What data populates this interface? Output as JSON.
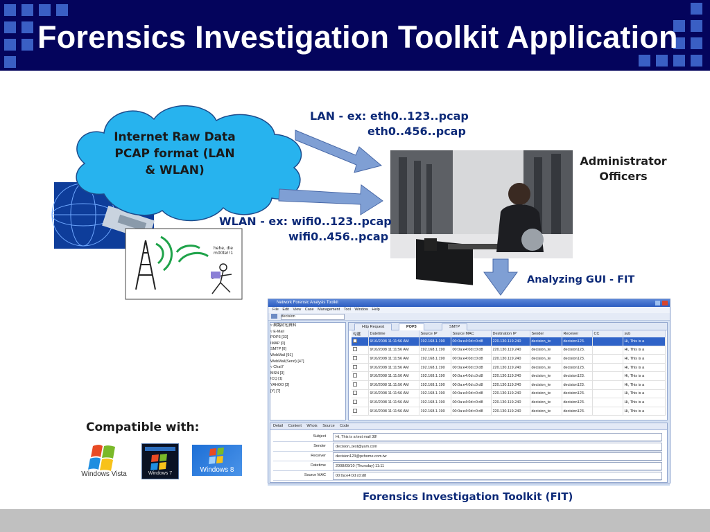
{
  "slide": {
    "title": "Forensics Investigation Toolkit Application",
    "cloud_text": [
      "Internet Raw Data",
      "PCAP format (LAN",
      "& WLAN)"
    ],
    "lan_lines": [
      "LAN - ex: eth0..123..pcap",
      "eth0..456..pcap"
    ],
    "wlan_lines": [
      "WLAN - ex: wifi0..123..pcap",
      "wifi0..456..pcap"
    ],
    "admin_lines": [
      "Administrator",
      "Officers"
    ],
    "analyzing_label": "Analyzing GUI - FIT",
    "wifi_note": [
      "hehe, die",
      "m00te!!1"
    ],
    "compatible_label": "Compatible with:",
    "os_logos": [
      "Windows Vista",
      "Windows 7",
      "Windows 8"
    ],
    "caption": "Forensics Investigation Toolkit (FIT)",
    "colors": {
      "header": "#04045c",
      "accent_squares": "#3a5fc4",
      "label_navy": "#0d2a78",
      "arrow": "#7f9fd4",
      "cloud": "#27b3ee",
      "footer": "#c0c0c0"
    }
  },
  "fit_window": {
    "title": "Network Forensic Analysis Toolkit",
    "menu": [
      "File",
      "Edit",
      "View",
      "Case Management",
      "Tool",
      "Window",
      "Help"
    ],
    "search_value": "decision",
    "tree": [
      "▿ 網路封包資料",
      "  ▿ E-Mail",
      "      POP3 [33]",
      "      IMAP [0]",
      "      SMTP [0]",
      "      WebMail [91]",
      "      WebMail(Send) [47]",
      "  ▿ Chat7",
      "      MSN [3]",
      "      ICQ [1]",
      "      YAHOO [3]",
      "      [Y] [?]"
    ],
    "tabs": [
      "Http Request",
      "POP3",
      "SMTP"
    ],
    "columns": [
      "勾選",
      "Datetime",
      "Source IP",
      "Source MAC",
      "Destination IP",
      "Sender",
      "Receiver",
      "CC",
      "sub"
    ],
    "rows": [
      [
        "",
        "9/10/2008 11:11:56 AM",
        "192.168.1.190",
        "00:0a:e4:0d:c0:d8",
        "220.130.119.240",
        "decision_te",
        "decision123.",
        "",
        "Hi, This is a"
      ],
      [
        "",
        "9/10/2008 11:11:56 AM",
        "192.168.1.190",
        "00:0a:e4:0d:c0:d8",
        "220.130.119.240",
        "decision_te",
        "decision123.",
        "",
        "Hi, This is a"
      ],
      [
        "",
        "9/10/2008 11:11:56 AM",
        "192.168.1.190",
        "00:0a:e4:0d:c0:d8",
        "220.130.119.240",
        "decision_te",
        "decision123.",
        "",
        "Hi, This is a"
      ],
      [
        "",
        "9/10/2008 11:11:56 AM",
        "192.168.1.190",
        "00:0a:e4:0d:c0:d8",
        "220.130.119.240",
        "decision_te",
        "decision123.",
        "",
        "Hi, This is a"
      ],
      [
        "",
        "9/10/2008 11:11:56 AM",
        "192.168.1.190",
        "00:0a:e4:0d:c0:d8",
        "220.130.119.240",
        "decision_te",
        "decision123.",
        "",
        "Hi, This is a"
      ],
      [
        "",
        "9/10/2008 11:11:56 AM",
        "192.168.1.190",
        "00:0a:e4:0d:c0:d8",
        "220.130.119.240",
        "decision_te",
        "decision123.",
        "",
        "Hi, This is a"
      ],
      [
        "",
        "9/10/2008 11:11:56 AM",
        "192.168.1.190",
        "00:0a:e4:0d:c0:d8",
        "220.130.119.240",
        "decision_te",
        "decision123.",
        "",
        "Hi, This is a"
      ],
      [
        "",
        "9/10/2008 11:11:56 AM",
        "192.168.1.190",
        "00:0a:e4:0d:c0:d8",
        "220.130.119.240",
        "decision_te",
        "decision123.",
        "",
        "Hi, This is a"
      ],
      [
        "",
        "9/10/2008 11:11:56 AM",
        "192.168.1.190",
        "00:0a:e4:0d:c0:d8",
        "220.130.119.240",
        "decision_te",
        "decision123.",
        "",
        "Hi, This is a"
      ]
    ],
    "detail_tabs": [
      "Detail",
      "Content",
      "Whois",
      "Source Code"
    ],
    "fields": [
      {
        "key": "Subject",
        "value": "Hi, This is a test mail 38!"
      },
      {
        "key": "Sender",
        "value": "decision_test@yam.com"
      },
      {
        "key": "Receiver",
        "value": "decision123@pchome.com.tw"
      },
      {
        "key": "Datetime",
        "value": "2008/09/10 (Thursday) 11:11"
      },
      {
        "key": "Source MAC",
        "value": "00:0a:e4:0d:c0:d8"
      }
    ]
  }
}
